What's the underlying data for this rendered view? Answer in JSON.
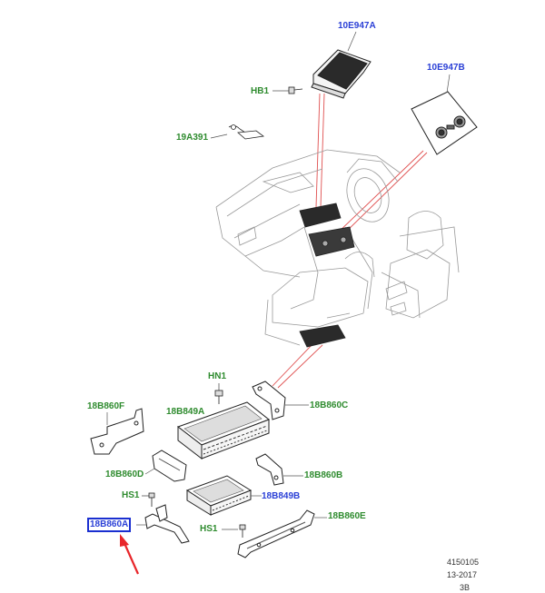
{
  "diagram": {
    "labels": {
      "a10E947A": "10E947A",
      "a10E947B": "10E947B",
      "hb1": "HB1",
      "a19A391": "19A391",
      "hn1": "HN1",
      "a18B860F": "18B860F",
      "a18B849A": "18B849A",
      "a18B860C": "18B860C",
      "a18B860D": "18B860D",
      "a18B860B": "18B860B",
      "hs1_top": "HS1",
      "a18B849B": "18B849B",
      "a18B860A": "18B860A",
      "a18B860E": "18B860E",
      "hs1_bottom": "HS1"
    },
    "colors": {
      "callout_green": "#2e8b2e",
      "callout_blue": "#2a3fd6",
      "leader_red": "#e05050",
      "highlight_box": "#1a2fd0",
      "pointer_arrow": "#e8262a"
    },
    "highlighted_part": "18B860A"
  },
  "footer": {
    "ref_number": "4150105",
    "date": "13-2017",
    "sheet": "3B"
  }
}
